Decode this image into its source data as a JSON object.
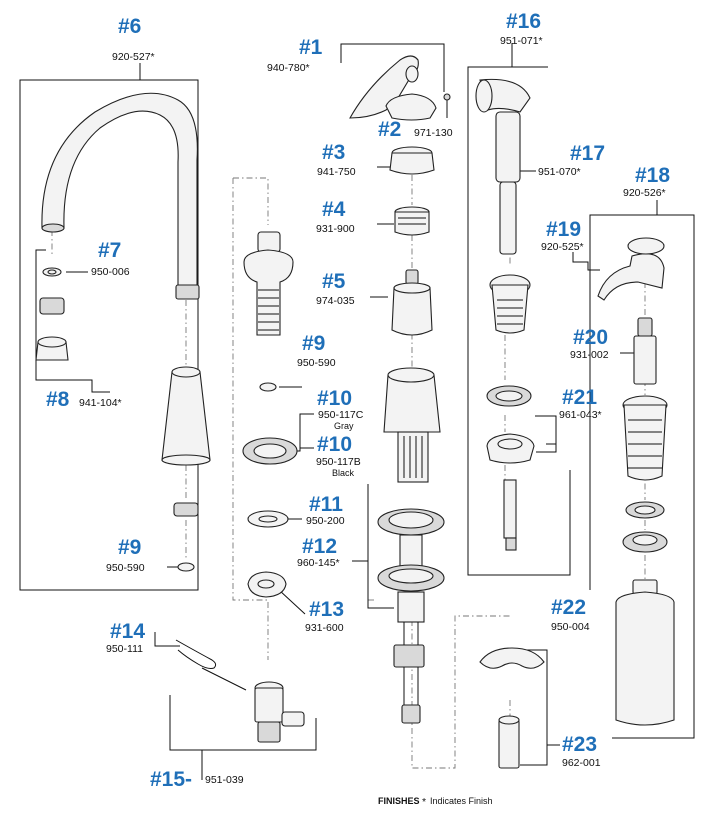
{
  "callouts": {
    "c1": {
      "num": "#1",
      "part": "940-780*"
    },
    "c2": {
      "num": "#2",
      "part": "971-130"
    },
    "c3": {
      "num": "#3",
      "part": "941-750"
    },
    "c4": {
      "num": "#4",
      "part": "931-900"
    },
    "c5": {
      "num": "#5",
      "part": "974-035"
    },
    "c6": {
      "num": "#6",
      "part": "920-527*"
    },
    "c7": {
      "num": "#7",
      "part": "950-006"
    },
    "c8": {
      "num": "#8",
      "part": "941-104*"
    },
    "c9a": {
      "num": "#9",
      "part": "950-590"
    },
    "c9b": {
      "num": "#9",
      "part": "950-590"
    },
    "c10a": {
      "num": "#10",
      "part": "950-117C",
      "sub": "Gray"
    },
    "c10b": {
      "num": "#10",
      "part": "950-117B",
      "sub": "Black"
    },
    "c11": {
      "num": "#11",
      "part": "950-200"
    },
    "c12": {
      "num": "#12",
      "part": "960-145*"
    },
    "c13": {
      "num": "#13",
      "part": "931-600"
    },
    "c14": {
      "num": "#14",
      "part": "950-111"
    },
    "c15": {
      "num": "#15-",
      "part": "951-039"
    },
    "c16": {
      "num": "#16",
      "part": "951-071*"
    },
    "c17": {
      "num": "#17",
      "part": "951-070*"
    },
    "c18": {
      "num": "#18",
      "part": "920-526*"
    },
    "c19": {
      "num": "#19",
      "part": "920-525*"
    },
    "c20": {
      "num": "#20",
      "part": "931-002"
    },
    "c21": {
      "num": "#21",
      "part": "961-043*"
    },
    "c22": {
      "num": "#22",
      "part": "950-004"
    },
    "c23": {
      "num": "#23",
      "part": "962-001"
    }
  },
  "footer": {
    "finishes": "FINISHES",
    "asterisk": "*",
    "note": "Indicates Finish"
  }
}
